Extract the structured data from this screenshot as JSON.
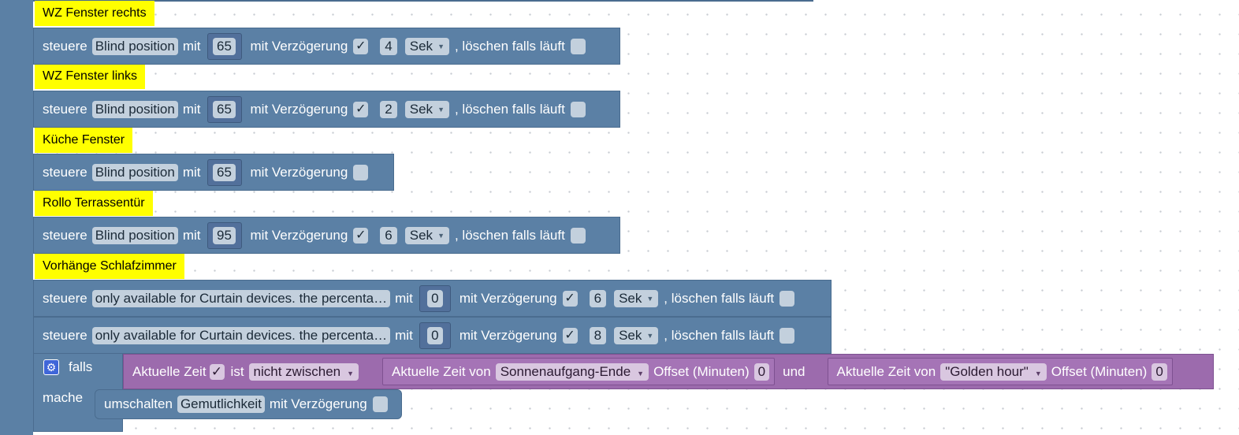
{
  "comments": [
    "WZ Fenster rechts",
    "WZ Fenster links",
    "Küche Fenster",
    "Rollo Terrassentür",
    "Vorhänge Schlafzimmer"
  ],
  "blocks": [
    {
      "steuere": "steuere",
      "field": "Blind position",
      "mit": "mit",
      "value": "65",
      "delay_label": "mit Verzögerung",
      "checked": "✓",
      "delay": "4",
      "unit": "Sek",
      "clear_label": ", löschen falls läuft"
    },
    {
      "steuere": "steuere",
      "field": "Blind position",
      "mit": "mit",
      "value": "65",
      "delay_label": "mit Verzögerung",
      "checked": "✓",
      "delay": "2",
      "unit": "Sek",
      "clear_label": ", löschen falls läuft"
    },
    {
      "steuere": "steuere",
      "field": "Blind position",
      "mit": "mit",
      "value": "65",
      "delay_label": "mit Verzögerung",
      "checked": ""
    },
    {
      "steuere": "steuere",
      "field": "Blind position",
      "mit": "mit",
      "value": "95",
      "delay_label": "mit Verzögerung",
      "checked": "✓",
      "delay": "6",
      "unit": "Sek",
      "clear_label": ", löschen falls läuft"
    },
    {
      "steuere": "steuere",
      "field": "only available for Curtain devices. the percenta…",
      "mit": "mit",
      "value": "0",
      "delay_label": "mit Verzögerung",
      "checked": "✓",
      "delay": "6",
      "unit": "Sek",
      "clear_label": ", löschen falls läuft"
    },
    {
      "steuere": "steuere",
      "field": "only available for Curtain devices. the percenta…",
      "mit": "mit",
      "value": "0",
      "delay_label": "mit Verzögerung",
      "checked": "✓",
      "delay": "8",
      "unit": "Sek",
      "clear_label": ", löschen falls läuft"
    }
  ],
  "if_block": {
    "falls": "falls",
    "mache": "mache",
    "time_label": "Aktuelle Zeit",
    "time_checked": "✓",
    "ist": "ist",
    "compare": "nicht zwischen",
    "left": {
      "label": "Aktuelle Zeit von",
      "option": "Sonnenaufgang-Ende",
      "offset_label": "Offset (Minuten)",
      "offset": "0"
    },
    "und": "und",
    "right": {
      "label": "Aktuelle Zeit von",
      "option": "\"Golden hour\"",
      "offset_label": "Offset (Minuten)",
      "offset": "0"
    },
    "action": {
      "label": "umschalten",
      "field": "Gemutlichkeit",
      "delay_label": "mit Verzögerung",
      "checked": ""
    }
  },
  "colors": {
    "logic_blue": "#5b80a5",
    "timer_purple": "#9c6bad",
    "comment_yellow": "#ffff00"
  }
}
